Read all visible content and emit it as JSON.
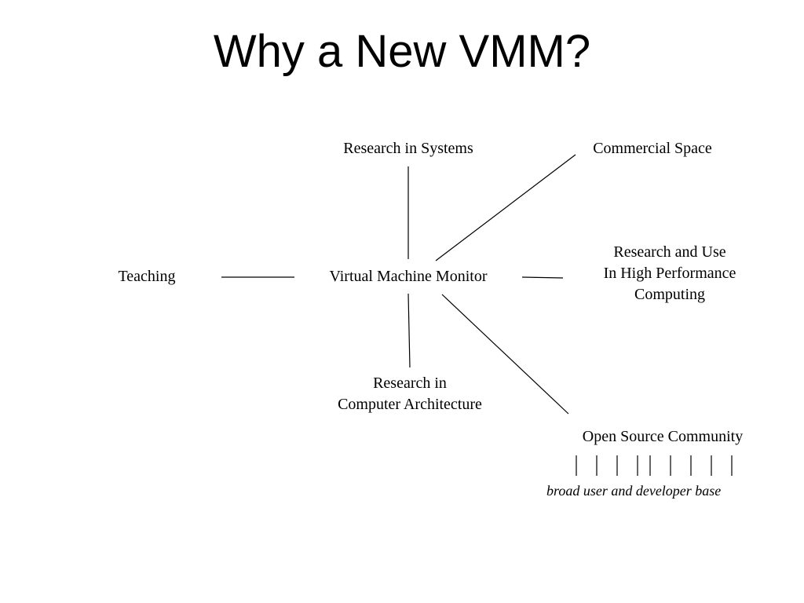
{
  "title": "Why a New VMM?",
  "nodes": {
    "center": "Virtual Machine Monitor",
    "teaching": "Teaching",
    "research_systems": "Research in Systems",
    "commercial": "Commercial Space",
    "hpc": {
      "line1": "Research and Use",
      "line2": "In High Performance",
      "line3": "Computing"
    },
    "architecture": {
      "line1": "Research in",
      "line2": "Computer Architecture"
    },
    "open_source": "Open Source Community"
  },
  "user_base_caption": "broad user and developer base",
  "user_base_tick_count": 9
}
